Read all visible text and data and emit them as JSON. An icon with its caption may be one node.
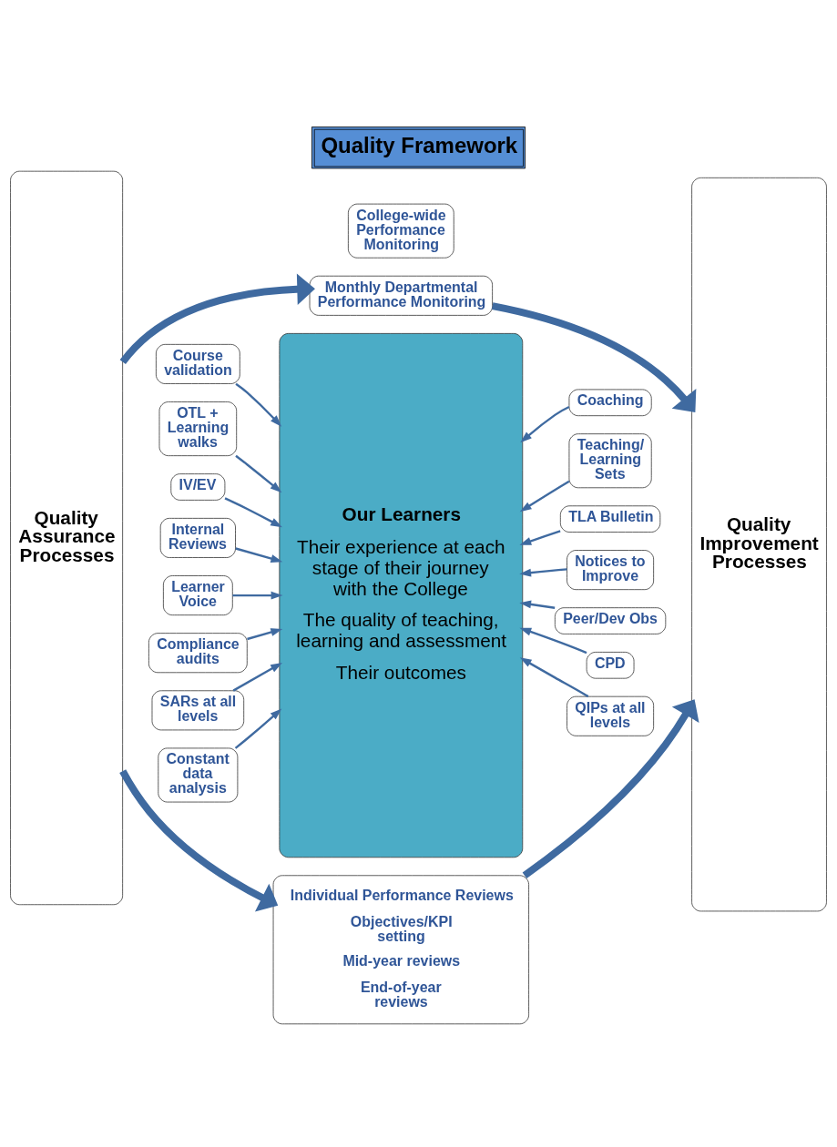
{
  "diagram": {
    "title": "Quality Framework",
    "nodes": [
      {
        "text": [
          "College-wide Performance Monitoring"
        ]
      },
      {
        "text": [
          "Monthly Departmental Performance Monitoring"
        ]
      },
      {
        "text": [
          "Quality Assurance Processes"
        ]
      },
      {
        "text": [
          "Course validation"
        ]
      },
      {
        "text": [
          "OTL + Learning walks"
        ]
      },
      {
        "text": [
          "IV/EV"
        ]
      },
      {
        "text": [
          "Internal Reviews"
        ]
      },
      {
        "text": [
          "Learner Voice"
        ]
      },
      {
        "text": [
          "Compliance audits"
        ]
      },
      {
        "text": [
          "SARs at all levels"
        ]
      },
      {
        "text": [
          "Constant data analysis"
        ]
      },
      {
        "text": [
          "Our Learners",
          "Their experience at each stage of their journey with the College",
          "The quality of teaching, learning and assessment",
          "Their outcomes"
        ]
      },
      {
        "text": [
          "Quality Improvement Processes"
        ]
      },
      {
        "text": [
          "Coaching"
        ]
      },
      {
        "text": [
          "Teaching/ Learning Sets"
        ]
      },
      {
        "text": [
          "TLA Bulletin"
        ]
      },
      {
        "text": [
          "Notices to Improve"
        ]
      },
      {
        "text": [
          "Peer/Dev Obs"
        ]
      },
      {
        "text": [
          "CPD"
        ]
      },
      {
        "text": [
          "QIPs at all levels"
        ]
      },
      {
        "text": [
          "Individual Performance Reviews",
          "Objectives/KPI setting",
          "Mid-year reviews",
          "End-of-year reviews"
        ]
      }
    ],
    "edges": [
      {
        "from": 2,
        "to": 1,
        "arrow": "to",
        "style": "thick"
      },
      {
        "from": 1,
        "to": 12,
        "arrow": "to",
        "style": "thick"
      },
      {
        "from": 3,
        "to": 11,
        "arrow": "to"
      },
      {
        "from": 4,
        "to": 11,
        "arrow": "to"
      },
      {
        "from": 5,
        "to": 11,
        "arrow": "to"
      },
      {
        "from": 6,
        "to": 11,
        "arrow": "to"
      },
      {
        "from": 7,
        "to": 11,
        "arrow": "to"
      },
      {
        "from": 8,
        "to": 11,
        "arrow": "to"
      },
      {
        "from": 9,
        "to": 11,
        "arrow": "to"
      },
      {
        "from": 10,
        "to": 11,
        "arrow": "to"
      },
      {
        "from": 13,
        "to": 11,
        "arrow": "to"
      },
      {
        "from": 14,
        "to": 11,
        "arrow": "to"
      },
      {
        "from": 15,
        "to": 11,
        "arrow": "to"
      },
      {
        "from": 16,
        "to": 11,
        "arrow": "to"
      },
      {
        "from": 17,
        "to": 11,
        "arrow": "to"
      },
      {
        "from": 18,
        "to": 11,
        "arrow": "to"
      },
      {
        "from": 19,
        "to": 11,
        "arrow": "to"
      },
      {
        "from": 2,
        "to": 20,
        "arrow": "to",
        "style": "thick"
      },
      {
        "from": 20,
        "to": 12,
        "arrow": "to",
        "style": "thick"
      }
    ]
  }
}
